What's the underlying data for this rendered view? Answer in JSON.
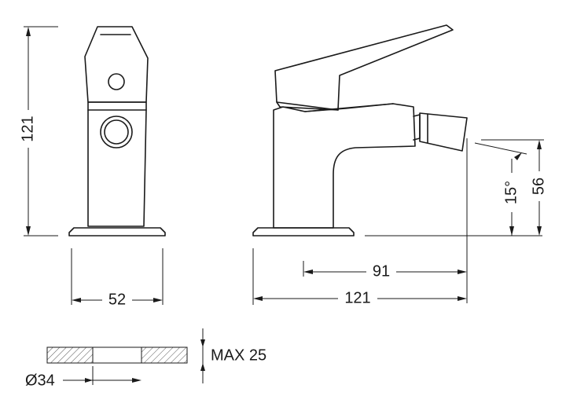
{
  "dimensions": {
    "height_total": "121",
    "width_base": "52",
    "length_total": "121",
    "spout_reach": "91",
    "nozzle_height": "56",
    "nozzle_angle": "15°",
    "max_thickness": "MAX 25",
    "hole_diameter": "Ø34"
  },
  "colors": {
    "line": "#1a1a1a",
    "background": "#ffffff",
    "hatch": "#555555"
  }
}
